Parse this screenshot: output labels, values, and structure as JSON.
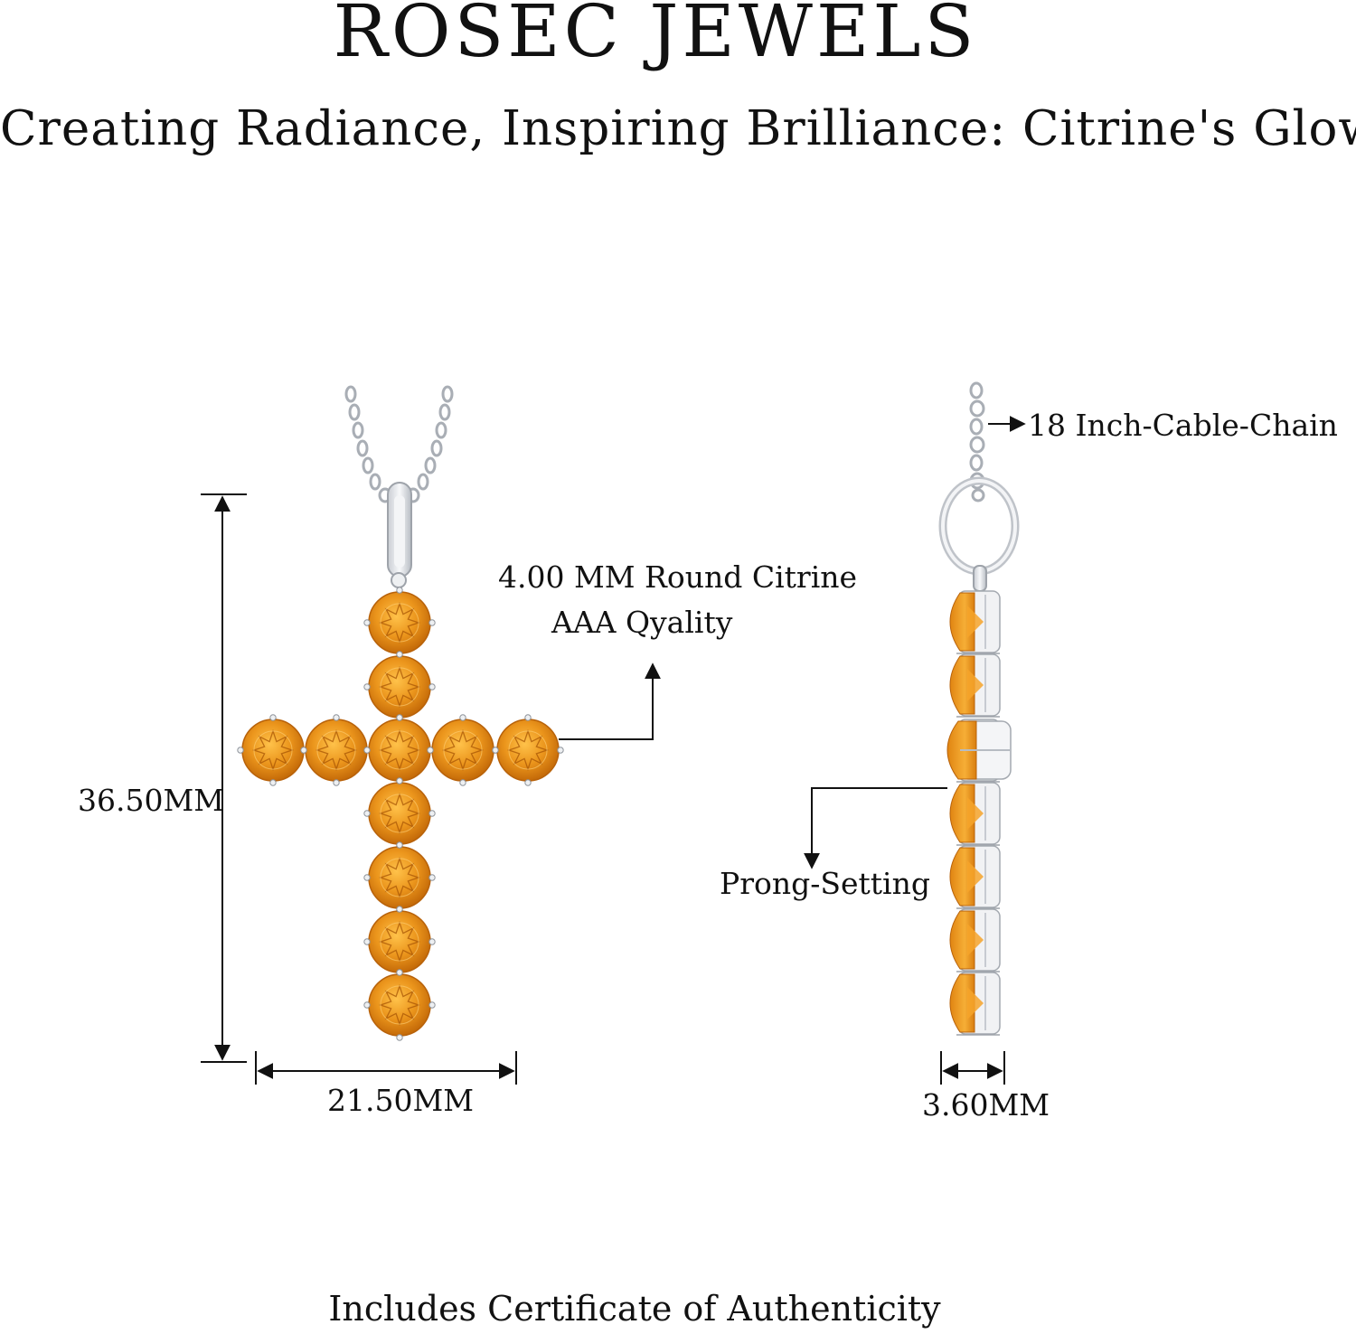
{
  "brand": "ROSEC JEWELS",
  "tagline": "Creating Radiance, Inspiring Brilliance: Citrine's Glow",
  "dimensions": {
    "height": "36.50MM",
    "width": "21.50MM",
    "depth": "3.60MM"
  },
  "callouts": {
    "stone_line1": "4.00 MM Round Citrine",
    "stone_line2": "AAA Qyality",
    "chain": "18 Inch-Cable-Chain",
    "setting": "Prong-Setting"
  },
  "footer": "Includes Certificate of Authenticity",
  "colors": {
    "citrine": "#E8941A",
    "citrine_dark": "#C56A0A",
    "metal": "#E4E6EA",
    "metal_edge": "#9EA3AA",
    "text": "#111111"
  }
}
